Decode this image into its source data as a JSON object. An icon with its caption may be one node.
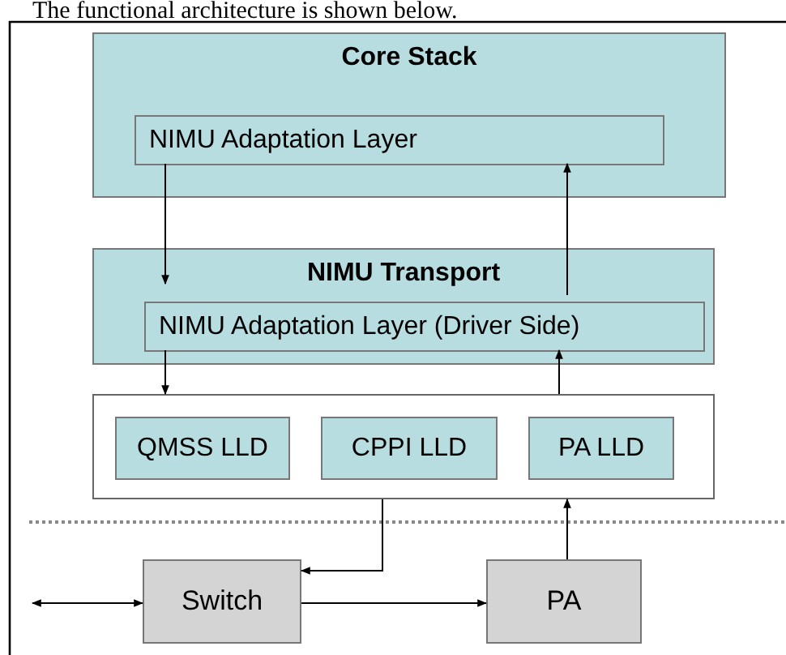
{
  "diagram": {
    "caption": "The functional architecture is shown below.",
    "nodes": [
      {
        "text": [
          "Core Stack"
        ]
      },
      {
        "text": [
          "NIMU Adaptation Layer"
        ],
        "in": 0
      },
      {
        "text": [
          "NIMU Transport"
        ]
      },
      {
        "text": [
          "NIMU Adaptation Layer (Driver Side)"
        ],
        "in": 2
      },
      {
        "text": [],
        "shape": "box"
      },
      {
        "text": [
          "QMSS LLD"
        ],
        "in": 4
      },
      {
        "text": [
          "CPPI LLD"
        ],
        "in": 4
      },
      {
        "text": [
          "PA LLD"
        ],
        "in": 4
      },
      {
        "text": [
          "Switch"
        ]
      },
      {
        "text": [
          "PA"
        ]
      }
    ],
    "edges": [
      {
        "from": 1,
        "to": 3,
        "arrow": "to"
      },
      {
        "from": 3,
        "to": 1,
        "arrow": "to"
      },
      {
        "from": 3,
        "to": 4,
        "arrow": "to"
      },
      {
        "from": 4,
        "to": 3,
        "arrow": "to"
      },
      {
        "from": 4,
        "to": 8,
        "arrow": "to"
      },
      {
        "from": 9,
        "to": 4,
        "arrow": "to"
      },
      {
        "from": 8,
        "to": 9,
        "arrow": "to"
      },
      {
        "from": null,
        "to": 8,
        "arrow": "both"
      }
    ]
  }
}
